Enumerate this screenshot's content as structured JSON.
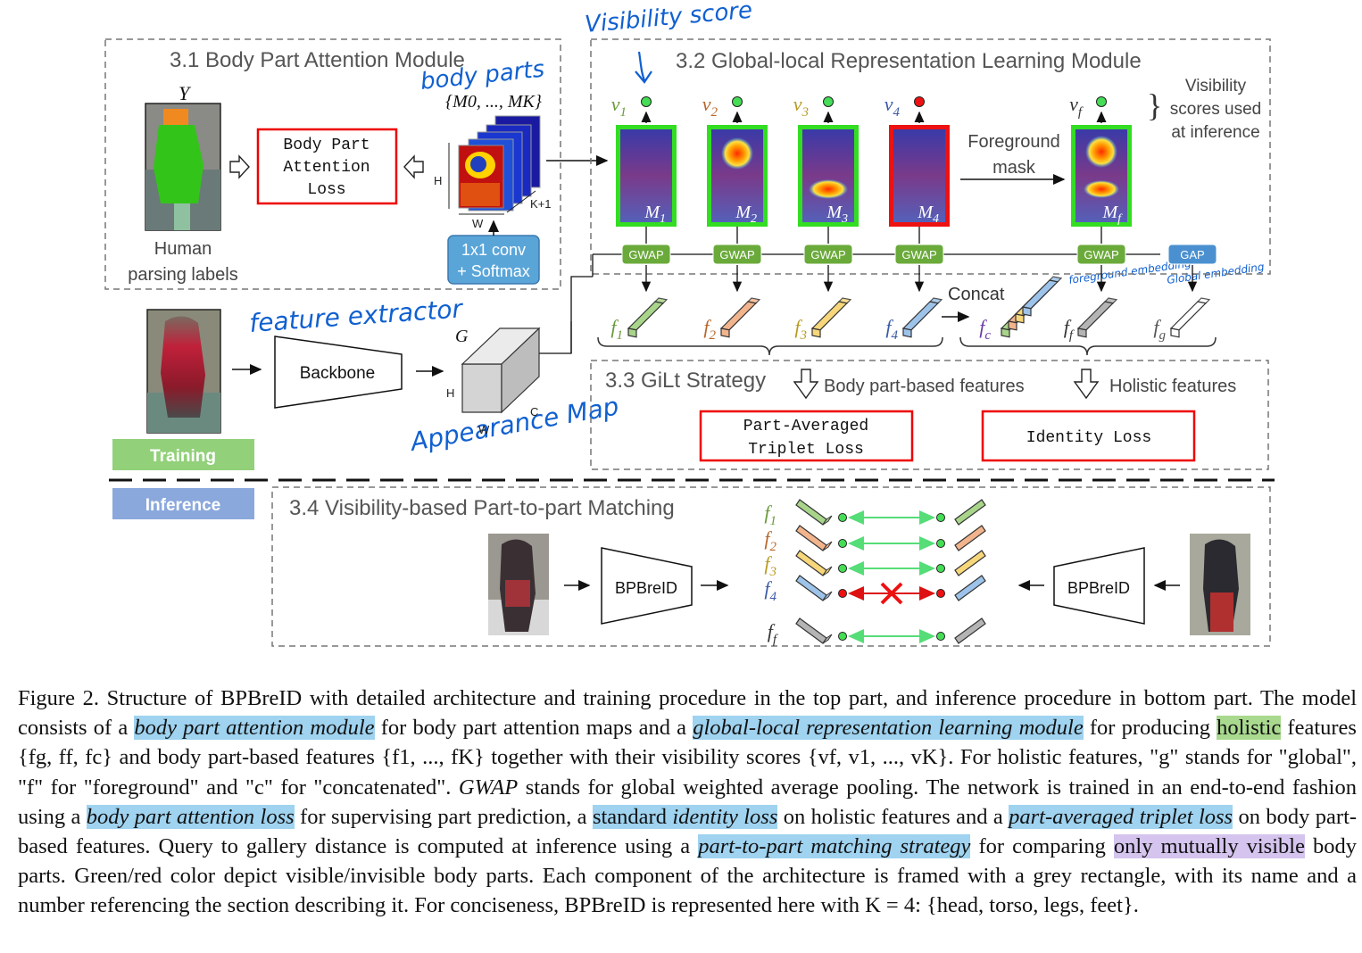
{
  "annotations": {
    "visibility_score": "Visibility score",
    "body_parts": "body parts",
    "feature_extractor": "feature extractor",
    "appearance_map": "Appearance Map",
    "foreground_embedding": "foreground embedding",
    "global_embedding": "Global embedding"
  },
  "module_3_1": {
    "title": "3.1 Body Part Attention Module",
    "y_label": "Y",
    "loss_label": "Body Part Attention Loss",
    "human_parsing_labels": "Human parsing labels",
    "maps_set": "{M0, ..., MK}",
    "dim_h": "H",
    "dim_w": "W",
    "dim_k": "K+1",
    "conv_label": "1x1 conv + Softmax"
  },
  "module_3_2": {
    "title": "3.2 Global-local Representation Learning Module",
    "visibility_note": "Visibility scores used at inference",
    "foreground_mask": "Foreground mask",
    "concat": "Concat",
    "gwap": "GWAP",
    "gap": "GAP",
    "maps": [
      "M1",
      "M2",
      "M3",
      "M4",
      "Mf"
    ],
    "scores": [
      "v1",
      "v2",
      "v3",
      "v4",
      "vf"
    ],
    "visibility": [
      "visible",
      "visible",
      "visible",
      "invisible",
      "visible"
    ],
    "features": [
      "f1",
      "f2",
      "f3",
      "f4",
      "fc",
      "ff",
      "fg"
    ]
  },
  "backbone": {
    "label": "Backbone",
    "tensor": "G",
    "dim_h": "H",
    "dim_c": "C",
    "dim_w": "W",
    "training": "Training",
    "inference": "Inference"
  },
  "module_3_3": {
    "title": "3.3 GiLt Strategy",
    "part_features": "Body part-based features",
    "holistic_features": "Holistic features",
    "triplet_loss": "Part-Averaged Triplet Loss",
    "identity_loss": "Identity Loss"
  },
  "module_3_4": {
    "title": "3.4 Visibility-based Part-to-part Matching",
    "model_label": "BPBreID",
    "features": [
      "f1",
      "f2",
      "f3",
      "f4",
      "ff"
    ],
    "matches": [
      "visible",
      "visible",
      "visible",
      "invisible",
      "visible"
    ]
  },
  "colors": {
    "green_box": "#33dd22",
    "red_box": "#ee1111",
    "gwap_fill": "#6aaa3a",
    "gap_fill": "#4a90d0",
    "conv_fill": "#5aa5d8",
    "training_fill": "#92d07a",
    "inference_fill": "#8aa8dc",
    "hand_ink": "#1060d0",
    "f1": "#a8d58a",
    "f2": "#f2b48c",
    "f3": "#f7d77a",
    "f4": "#9dc3ea",
    "ff": "#b4b4b4",
    "fg": "#ffffff"
  },
  "caption": {
    "s01": "Figure 2. Structure of BPBreID with detailed architecture and training procedure in the top part, and inference procedure in bottom part. The model consists of a ",
    "s02": "body part attention module",
    "s03": " for body part attention maps and a ",
    "s04": "global-local representation learning module",
    "s05": " for producing ",
    "s06": "holistic",
    "s07": " features {fg, ff, fc} and body part-based features {f1, ..., fK} together with their visibility scores {vf, v1, ..., vK}. For holistic features, \"g\" stands for \"global\", \"f\" for \"foreground\" and \"c\" for \"concatenated\". ",
    "s08": "GWAP",
    "s09": " stands for global weighted average pooling. The network is trained in an end-to-end fashion using a ",
    "s10": "body part attention loss",
    "s11": " for supervising part prediction, a ",
    "s12": "standard ",
    "s13": "identity loss",
    "s14": " on holistic features and a ",
    "s15": "part-averaged triplet loss",
    "s16": " on body part-based features. Query to gallery distance is computed at inference using a ",
    "s17": "part-to-part matching strategy",
    "s18": " for comparing ",
    "s19": "only mutually visible",
    "s20": " body parts. Green/red color depict visible/invisible body parts. Each component of the architecture is framed with a grey rectangle, with its name and a number referencing the section describing it. For conciseness, BPBreID is represented here with K = 4: {head, torso, legs, feet}."
  }
}
